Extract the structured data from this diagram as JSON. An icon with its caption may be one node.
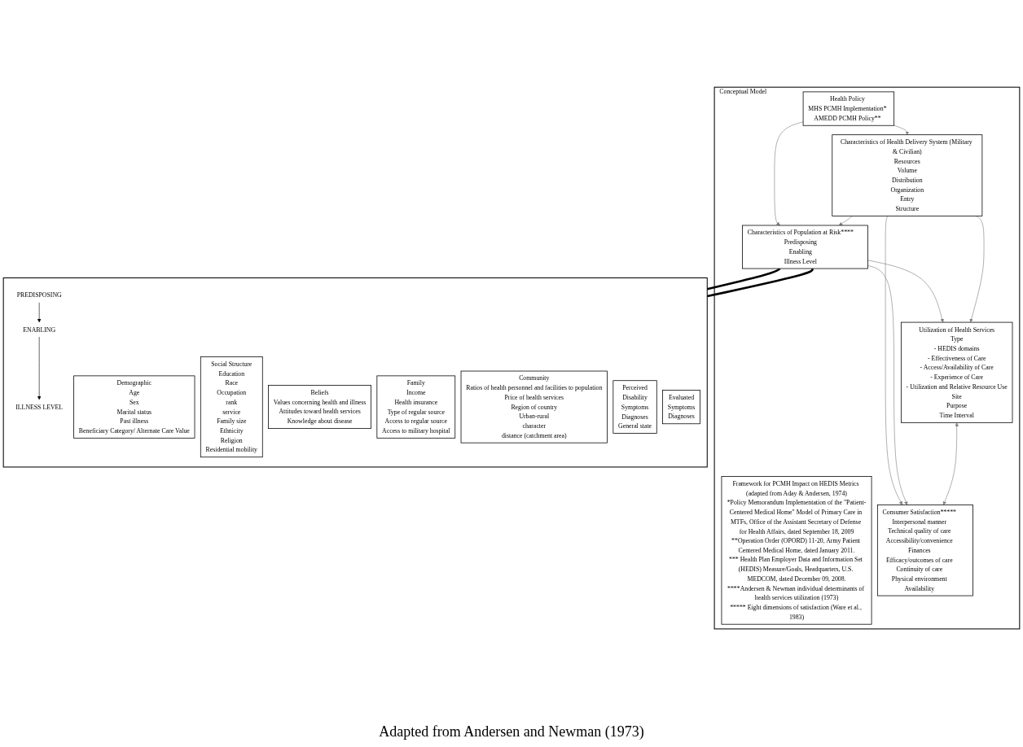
{
  "diagram": {
    "nodes": [
      {
        "text": [
          "Conceptual Model"
        ]
      },
      {
        "text": [
          "Health Policy",
          "MHS PCMH Implementation*",
          "AMEDD PCMH Policy**"
        ],
        "in": 0
      },
      {
        "text": [
          "Characteristics of Health Delivery System (Military & Civilian)",
          "Resources",
          "Volume",
          "Distribution",
          "Organization",
          "Entry",
          "Structure"
        ],
        "in": 0
      },
      {
        "text": [
          "Characteristics of Population at Risk****",
          "Predisposing",
          "Enabling",
          "Illness Level"
        ],
        "in": 0
      },
      {
        "text": [
          "Utilization of Health Services",
          "Type",
          "- HEDIS domains",
          "- Effectiveness of Care",
          "- Access/Availability of Care",
          "- Experience of Care",
          "- Utilization and Relative Resource Use",
          "Site",
          "Purpose",
          "Time Interval"
        ],
        "in": 0
      },
      {
        "text": [
          "Consumer Satisfaction*****",
          "Interpersonal manner",
          "Technical quality of care",
          "Accessibility/convenience",
          "Finances",
          "Efficacy/outcomes of care",
          "Continuity of care",
          "Physical environment",
          "Availability"
        ],
        "in": 0
      },
      {
        "text": [
          "Framework for PCMH Impact on HEDIS Metrics (adapted from Aday & Andersen, 1974)",
          "*Policy Memorandum Implementation of the \"Patient-Centered Medical Home\" Model of Primary Care in MTFs, Office of the Assistant Secretary of Defense for Health Affairs, dated September 18, 2009",
          "**Operation Order (OPORD) 11-20, Army Patient Centered Medical Home, dated January 2011.",
          "*** Health Plan Employer Data and Information Set (HEDIS) Measure/Goals, Headquarters, U.S. MEDCOM, dated December 09, 2008.",
          "****Andersen & Newman individual determinants of health services utilization (1973)",
          "***** Eight dimensions of satisfaction (Ware et al., 1983)"
        ],
        "in": 0
      },
      {
        "text": [],
        "shape": "box"
      },
      {
        "text": [
          "PREDISPOSING"
        ],
        "in": 7
      },
      {
        "text": [
          "ENABLING"
        ],
        "in": 7
      },
      {
        "text": [
          "ILLNESS LEVEL"
        ],
        "in": 7
      },
      {
        "text": [
          "Demographic",
          "Age",
          "Sex",
          "Marital status",
          "Past illness",
          "Beneficiary Category/ Alternate Care Value"
        ],
        "in": 7
      },
      {
        "text": [
          "Social Structure",
          "Education",
          "Race",
          "Occupation",
          "rank",
          "service",
          "Family size",
          "Ethnicity",
          "Religion",
          "Residential mobility"
        ],
        "in": 7
      },
      {
        "text": [
          "Beliefs",
          "Values concerning health and illness",
          "Attitudes toward health services",
          "Knowledge about disease"
        ],
        "in": 7
      },
      {
        "text": [
          "Family",
          "Income",
          "Health insurance",
          "Type of regular source",
          "Access to regular source",
          "Access to military hospital"
        ],
        "in": 7
      },
      {
        "text": [
          "Community",
          "Ratios of health personnel and facilities to population",
          "Price of health services",
          "Region of country",
          "Urban-rural",
          "character",
          "distance (catchment area)"
        ],
        "in": 7
      },
      {
        "text": [
          "Perceived",
          "Disability",
          "Symptoms",
          "Diagnoses",
          "General state"
        ],
        "in": 7
      },
      {
        "text": [
          "Evaluated",
          "Symptoms",
          "Diagnoses"
        ],
        "in": 7
      }
    ],
    "edges": [
      {
        "from": 1,
        "to": 2,
        "arrow": "to",
        "color": "#808080"
      },
      {
        "from": 1,
        "to": 3,
        "arrow": "to",
        "color": "#808080"
      },
      {
        "from": 2,
        "to": 3,
        "arrow": "to",
        "color": "#808080"
      },
      {
        "from": 2,
        "to": 5,
        "arrow": "to",
        "color": "#808080"
      },
      {
        "from": 3,
        "to": 4,
        "arrow": "to",
        "color": "#808080"
      },
      {
        "from": 2,
        "to": 4,
        "arrow": "to",
        "color": "#808080"
      },
      {
        "from": 3,
        "to": 5,
        "arrow": "to",
        "color": "#808080"
      },
      {
        "from": 4,
        "to": 5,
        "arrow": "both",
        "color": "#808080"
      },
      {
        "from": 3,
        "to": 7,
        "arrow": "none",
        "style": "thick",
        "color": "#000000"
      },
      {
        "from": 3,
        "to": 7,
        "arrow": "none",
        "style": "thick",
        "color": "#000000"
      },
      {
        "from": 8,
        "to": 9,
        "arrow": "to",
        "color": "#000000"
      },
      {
        "from": 9,
        "to": 10,
        "arrow": "to",
        "color": "#000000"
      }
    ],
    "labels": [
      "Adapted from Andersen and Newman (1973)"
    ]
  }
}
